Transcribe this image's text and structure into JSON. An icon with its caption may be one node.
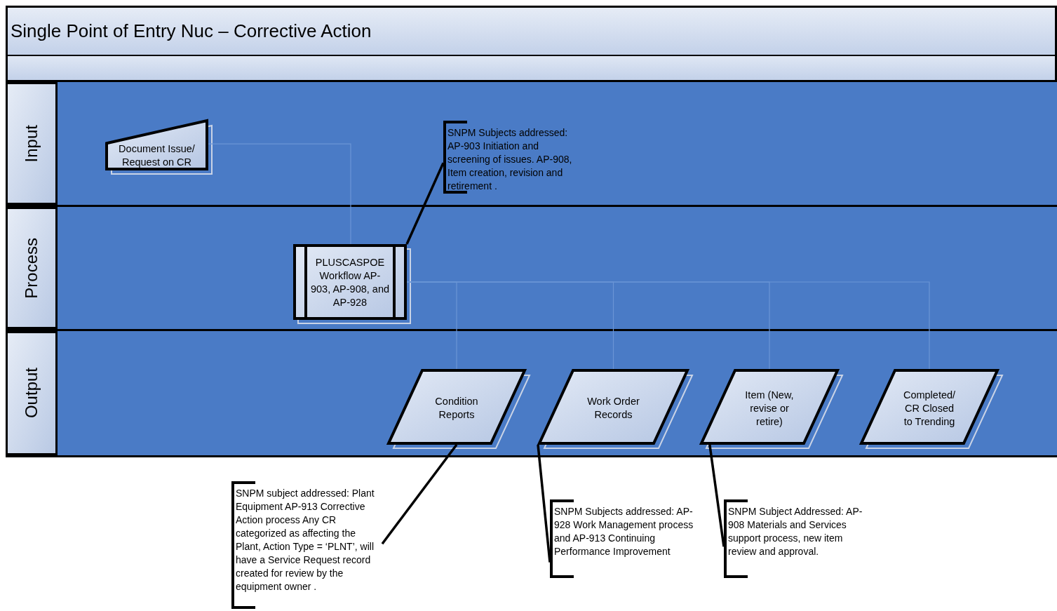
{
  "diagram": {
    "title": "Single Point of Entry Nuc – Corrective Action",
    "nodes": [
      {
        "text": [
          "Input"
        ]
      },
      {
        "text": [
          "Process"
        ]
      },
      {
        "text": [
          "Output"
        ]
      },
      {
        "text": [
          "Document Issue/ Request on CR"
        ],
        "in": 0
      },
      {
        "text": [
          "PLUSCASPOE Workflow AP-903, AP-908, and AP-928"
        ],
        "in": 1
      },
      {
        "text": [
          "SNPM Subjects addressed: AP-903 Initiation and screening of issues. AP-908, Item creation, revision and retirement ."
        ],
        "in": 0
      },
      {
        "text": [
          "Condition Reports"
        ],
        "in": 2
      },
      {
        "text": [
          "Work Order Records"
        ],
        "in": 2
      },
      {
        "text": [
          "Item (New, revise or retire)"
        ],
        "in": 2
      },
      {
        "text": [
          "Completed/ CR Closed to Trending"
        ],
        "in": 2
      },
      {
        "text": [
          "SNPM subject addressed: Plant Equipment AP-913 Corrective Action process Any CR categorized as affecting the Plant, Action Type = ‘PLNT’, will have a Service Request record created for review by the equipment owner ."
        ]
      },
      {
        "text": [
          "SNPM Subjects addressed: AP-928 Work Management process and AP-913 Continuing Performance Improvement"
        ]
      },
      {
        "text": [
          "SNPM Subject Addressed: AP-908 Materials and Services support process, new item review and approval."
        ]
      }
    ],
    "edges": [
      {
        "from": 3,
        "to": 4,
        "arrow": "none"
      },
      {
        "from": 4,
        "to": 6,
        "arrow": "none"
      },
      {
        "from": 4,
        "to": 7,
        "arrow": "none"
      },
      {
        "from": 4,
        "to": 8,
        "arrow": "none"
      },
      {
        "from": 4,
        "to": 9,
        "arrow": "none"
      },
      {
        "from": 4,
        "to": 5,
        "arrow": "none",
        "style": "thick",
        "color": "#000000"
      },
      {
        "from": 6,
        "to": 10,
        "arrow": "none",
        "style": "thick",
        "color": "#000000"
      },
      {
        "from": 7,
        "to": 11,
        "arrow": "none",
        "style": "thick",
        "color": "#000000"
      },
      {
        "from": 8,
        "to": 12,
        "arrow": "none",
        "style": "thick",
        "color": "#000000"
      }
    ]
  }
}
